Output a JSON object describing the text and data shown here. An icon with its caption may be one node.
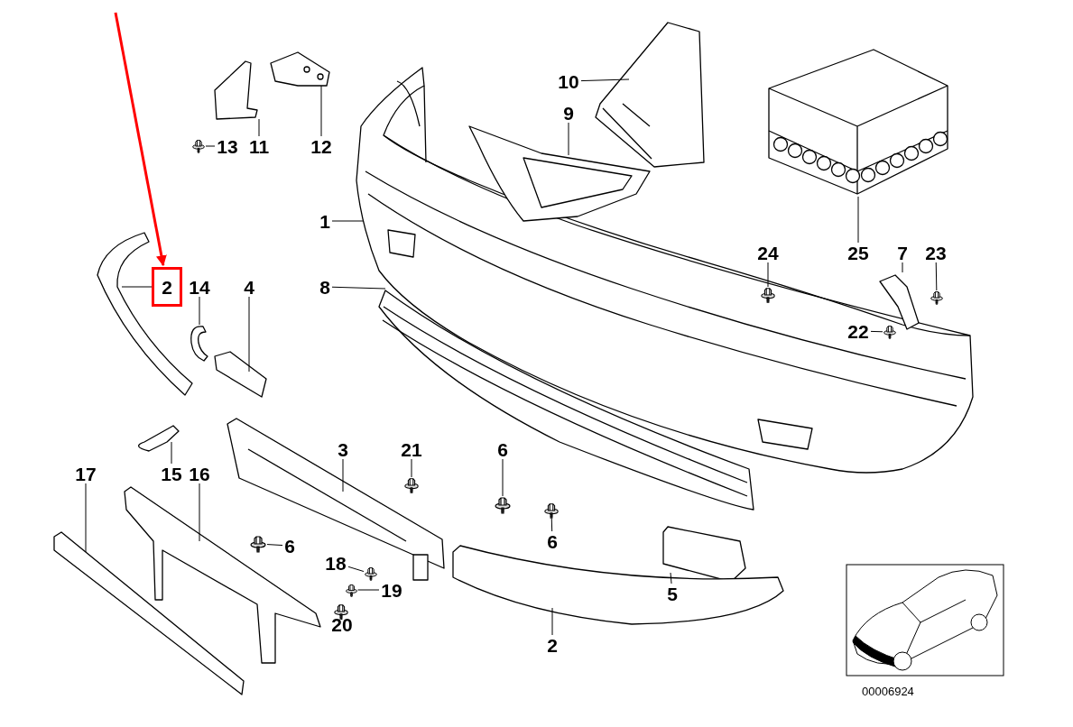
{
  "diagram": {
    "nodes": [
      {
        "text": [
          "13"
        ]
      },
      {
        "text": [
          "11"
        ]
      },
      {
        "text": [
          "12"
        ]
      },
      {
        "text": [
          "10"
        ]
      },
      {
        "text": [
          "9"
        ]
      },
      {
        "text": [
          "1"
        ]
      },
      {
        "text": [
          "2"
        ]
      },
      {
        "text": [
          "14"
        ]
      },
      {
        "text": [
          "4"
        ]
      },
      {
        "text": [
          "24"
        ]
      },
      {
        "text": [
          "25"
        ]
      },
      {
        "text": [
          "7"
        ]
      },
      {
        "text": [
          "23"
        ]
      },
      {
        "text": [
          "8"
        ]
      },
      {
        "text": [
          "22"
        ]
      },
      {
        "text": [
          "3"
        ]
      },
      {
        "text": [
          "21"
        ]
      },
      {
        "text": [
          "6"
        ]
      },
      {
        "text": [
          "17"
        ]
      },
      {
        "text": [
          "15"
        ]
      },
      {
        "text": [
          "16"
        ]
      },
      {
        "text": [
          "6"
        ]
      },
      {
        "text": [
          "6"
        ]
      },
      {
        "text": [
          "18"
        ]
      },
      {
        "text": [
          "19"
        ]
      },
      {
        "text": [
          "20"
        ]
      },
      {
        "text": [
          "5"
        ]
      },
      {
        "text": [
          "2"
        ]
      },
      {
        "text": [],
        "shape": "picture"
      },
      {
        "text": [],
        "shape": "picture"
      },
      {
        "text": [],
        "shape": "picture"
      },
      {
        "text": [],
        "shape": "picture"
      },
      {
        "text": [],
        "shape": "picture"
      },
      {
        "text": [],
        "shape": "picture"
      },
      {
        "text": [],
        "shape": "picture"
      },
      {
        "text": [],
        "shape": "picture"
      },
      {
        "text": [],
        "shape": "picture"
      },
      {
        "text": [],
        "shape": "picture"
      },
      {
        "text": [],
        "shape": "picture"
      }
    ],
    "edges": [
      {
        "from": null,
        "to": 6,
        "arrow": "to",
        "style": "thick",
        "color": "#ff0000"
      },
      {
        "from": 0,
        "to": 28,
        "arrow": "none"
      },
      {
        "from": 1,
        "to": null,
        "arrow": "none"
      },
      {
        "from": 2,
        "to": null,
        "arrow": "none"
      },
      {
        "from": 3,
        "to": null,
        "arrow": "none"
      },
      {
        "from": 4,
        "to": null,
        "arrow": "none"
      },
      {
        "from": 5,
        "to": null,
        "arrow": "none"
      },
      {
        "from": 6,
        "to": null,
        "arrow": "none"
      },
      {
        "from": 7,
        "to": null,
        "arrow": "none"
      },
      {
        "from": 8,
        "to": null,
        "arrow": "none"
      },
      {
        "from": 9,
        "to": 29,
        "arrow": "none"
      },
      {
        "from": 10,
        "to": null,
        "arrow": "none"
      },
      {
        "from": 11,
        "to": null,
        "arrow": "none"
      },
      {
        "from": 12,
        "to": 30,
        "arrow": "none"
      },
      {
        "from": 13,
        "to": null,
        "arrow": "none"
      },
      {
        "from": 14,
        "to": 31,
        "arrow": "none"
      },
      {
        "from": 15,
        "to": null,
        "arrow": "none"
      },
      {
        "from": 16,
        "to": 32,
        "arrow": "none"
      },
      {
        "from": 17,
        "to": 33,
        "arrow": "none"
      },
      {
        "from": 18,
        "to": null,
        "arrow": "none"
      },
      {
        "from": 19,
        "to": null,
        "arrow": "none"
      },
      {
        "from": 20,
        "to": null,
        "arrow": "none"
      },
      {
        "from": 21,
        "to": 34,
        "arrow": "none"
      },
      {
        "from": 22,
        "to": 35,
        "arrow": "none"
      },
      {
        "from": 23,
        "to": 36,
        "arrow": "none"
      },
      {
        "from": 24,
        "to": 37,
        "arrow": "none"
      },
      {
        "from": 25,
        "to": 38,
        "arrow": "none"
      },
      {
        "from": 26,
        "to": null,
        "arrow": "none"
      },
      {
        "from": 27,
        "to": null,
        "arrow": "none"
      }
    ],
    "labels": [
      "00006924"
    ]
  }
}
